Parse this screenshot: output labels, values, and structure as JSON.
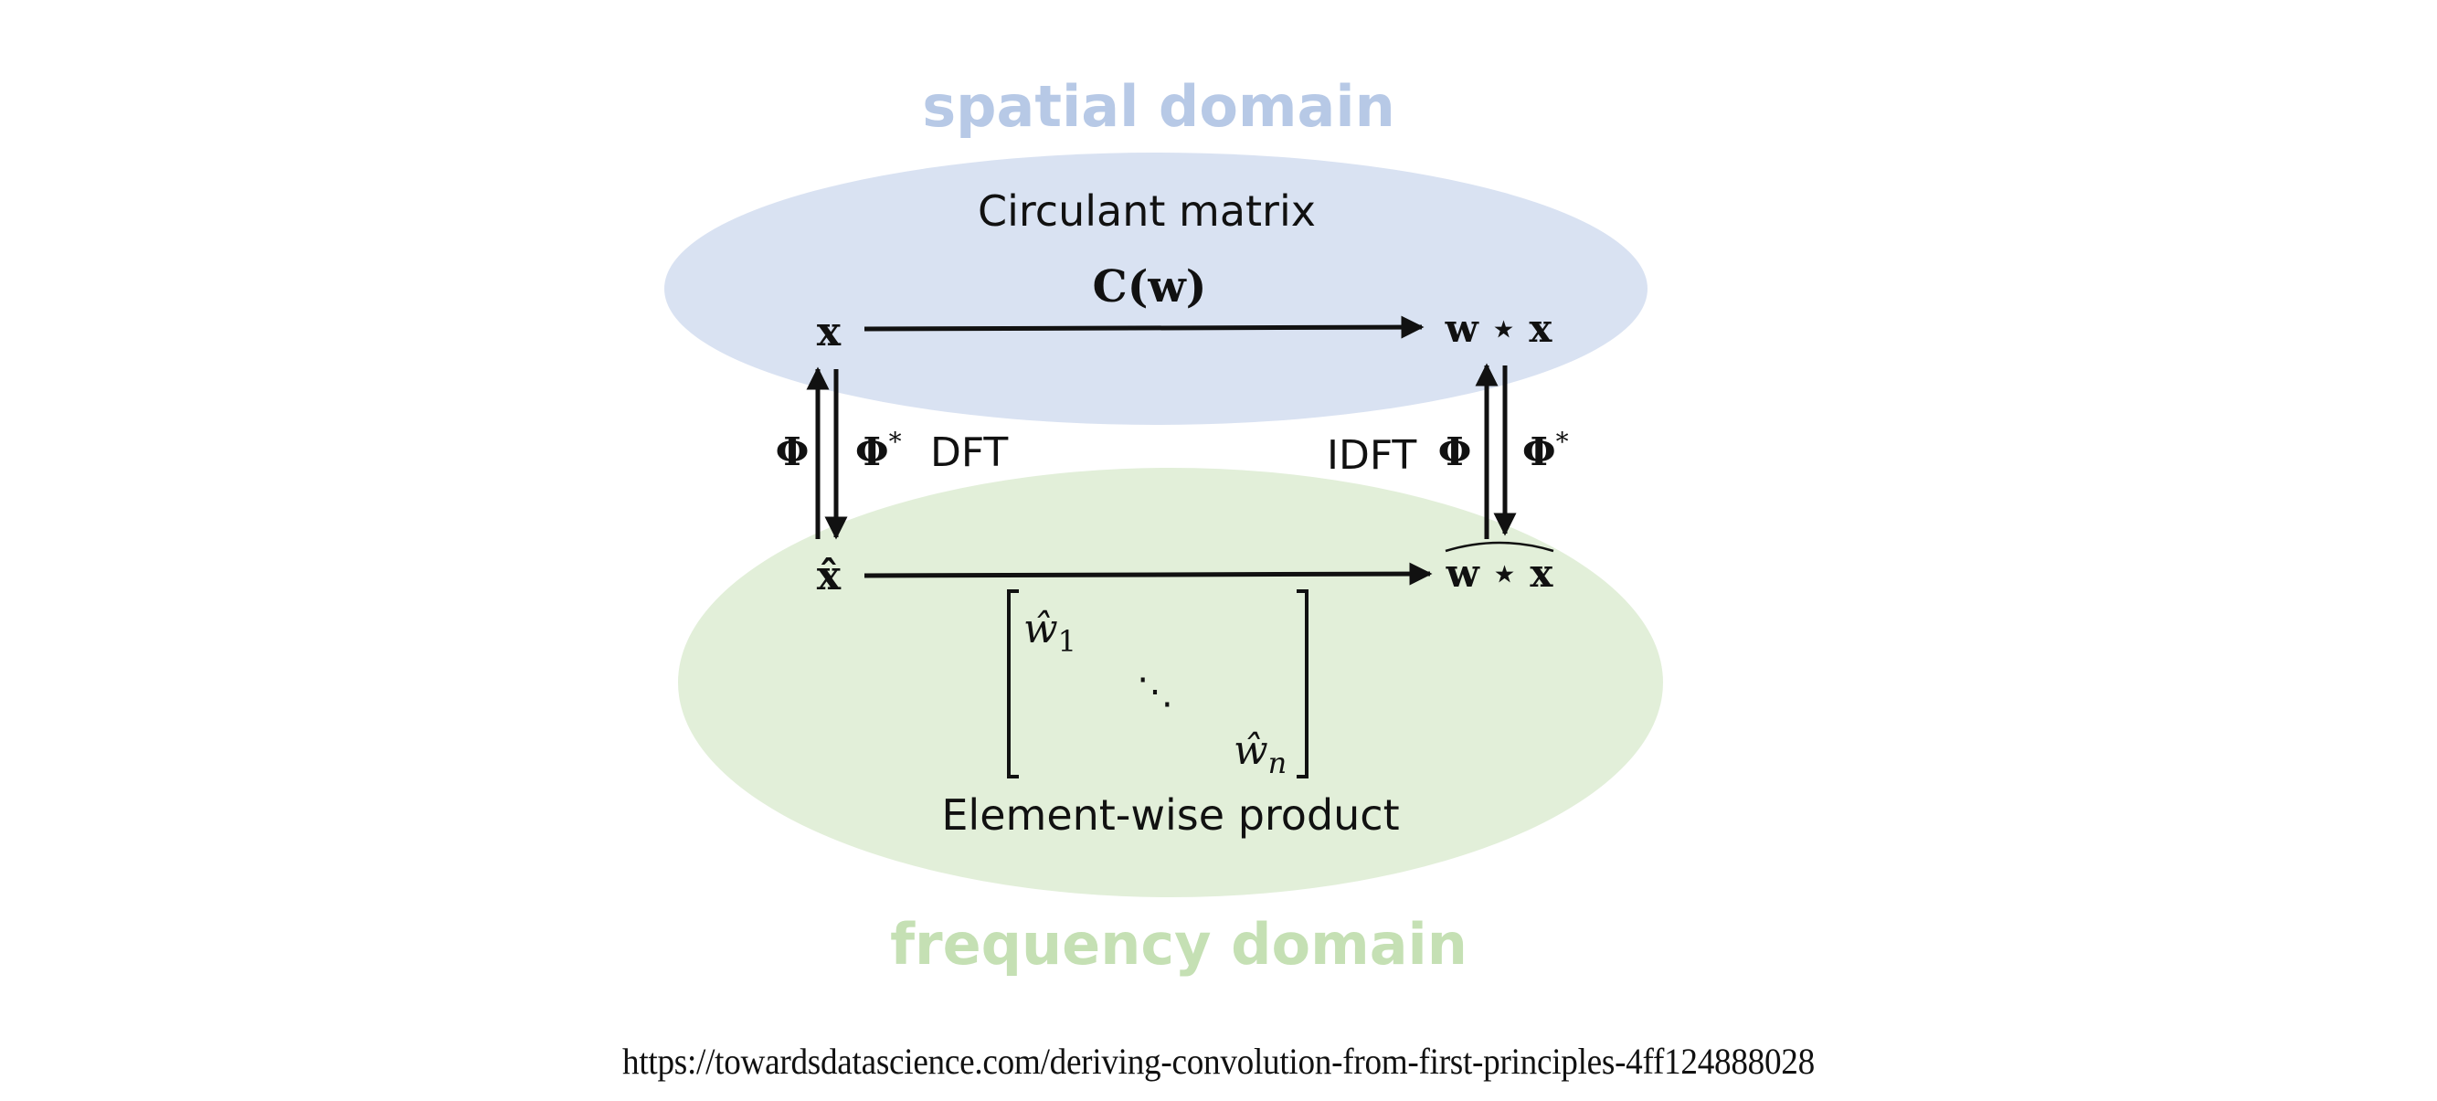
{
  "colors": {
    "spatial_fill": "#d9e2f2",
    "spatial_title": "#b7c9e6",
    "frequency_fill": "#e2efd9",
    "frequency_title": "#c5e0b4",
    "ink": "#111111"
  },
  "spatial": {
    "title": "spatial domain",
    "subtitle": "Circulant matrix",
    "operator": "C(w)",
    "left_node": "x",
    "right_node": "w ⋆ x"
  },
  "frequency": {
    "title": "frequency domain",
    "subtitle": "Element-wise product",
    "left_node": "x̂",
    "right_node": "w ⋆ x",
    "matrix": {
      "top_left": "ŵ",
      "top_left_sub": "1",
      "middle": "⋱",
      "bottom_right": "ŵ",
      "bottom_right_sub": "n"
    }
  },
  "transforms": {
    "left": {
      "up_label": "Φ",
      "down_label": "Φ",
      "down_sup": "*",
      "name": "DFT"
    },
    "right": {
      "name": "IDFT",
      "up_label": "Φ",
      "down_label": "Φ",
      "down_sup": "*"
    }
  },
  "caption": "https://towardsdatascience.com/deriving-convolution-from-first-principles-4ff124888028"
}
